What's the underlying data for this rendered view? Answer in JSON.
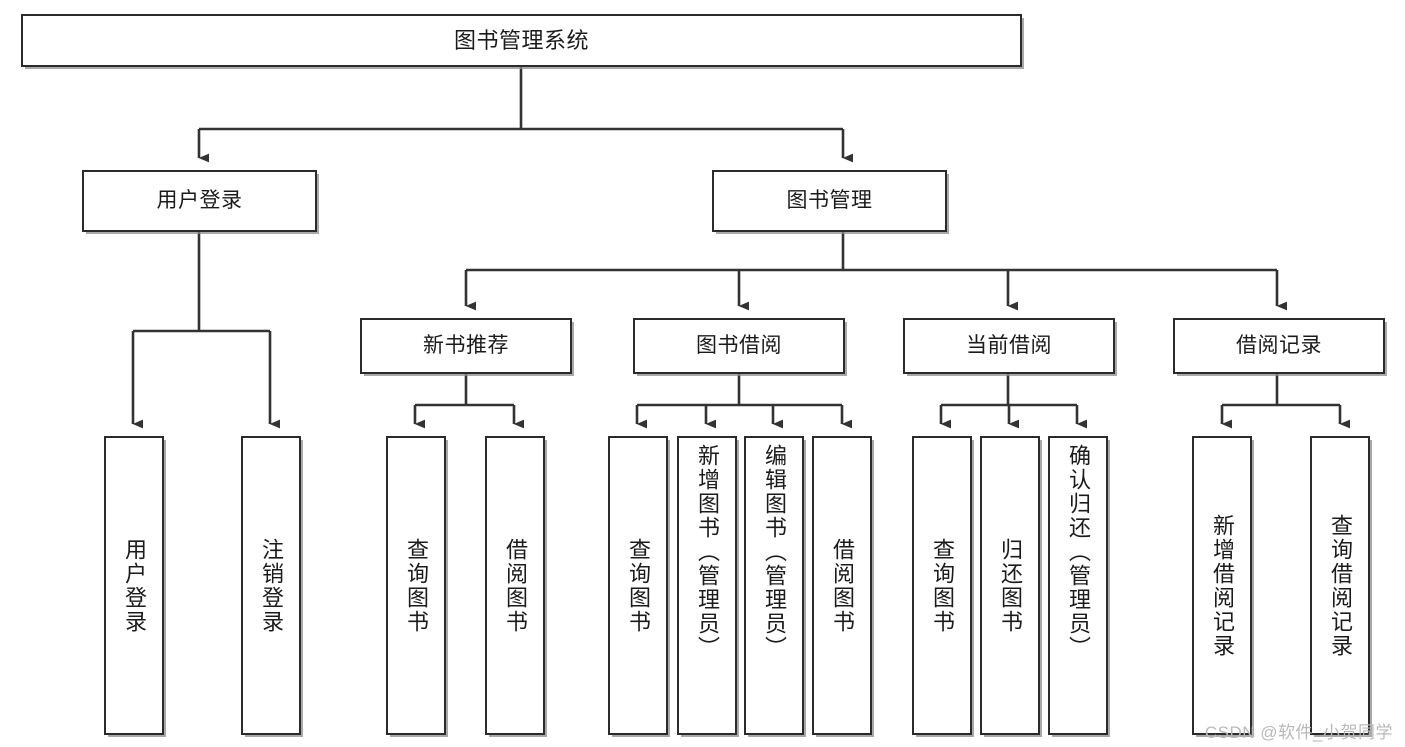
{
  "diagram": {
    "type": "tree-hierarchy",
    "title": "图书管理系统",
    "watermark": "CSDN @软件_小贺同学",
    "colors": {
      "box_border": "#2b2b2b",
      "box_fill": "#ffffff",
      "connector": "#333333",
      "text": "#1b1b1b",
      "watermark": "#b9b9b9"
    },
    "levels": {
      "root": {
        "label": "图书管理系统"
      },
      "level2": [
        {
          "label": "用户登录"
        },
        {
          "label": "图书管理"
        }
      ],
      "level3": [
        {
          "label": "新书推荐"
        },
        {
          "label": "图书借阅"
        },
        {
          "label": "当前借阅"
        },
        {
          "label": "借阅记录"
        }
      ]
    },
    "leaves": {
      "user_login": [
        {
          "label": "用户登录"
        },
        {
          "label": "注销登录"
        }
      ],
      "new_book_recommend": [
        {
          "label": "查询图书"
        },
        {
          "label": "借阅图书"
        }
      ],
      "book_borrow": [
        {
          "label": "查询图书"
        },
        {
          "label": "新增图书（管理员）"
        },
        {
          "label": "编辑图书（管理员）"
        },
        {
          "label": "借阅图书"
        }
      ],
      "current_borrow": [
        {
          "label": "查询图书"
        },
        {
          "label": "归还图书"
        },
        {
          "label": "确认归还（管理员）"
        }
      ],
      "borrow_records": [
        {
          "label": "新增借阅记录"
        },
        {
          "label": "查询借阅记录"
        }
      ]
    }
  }
}
